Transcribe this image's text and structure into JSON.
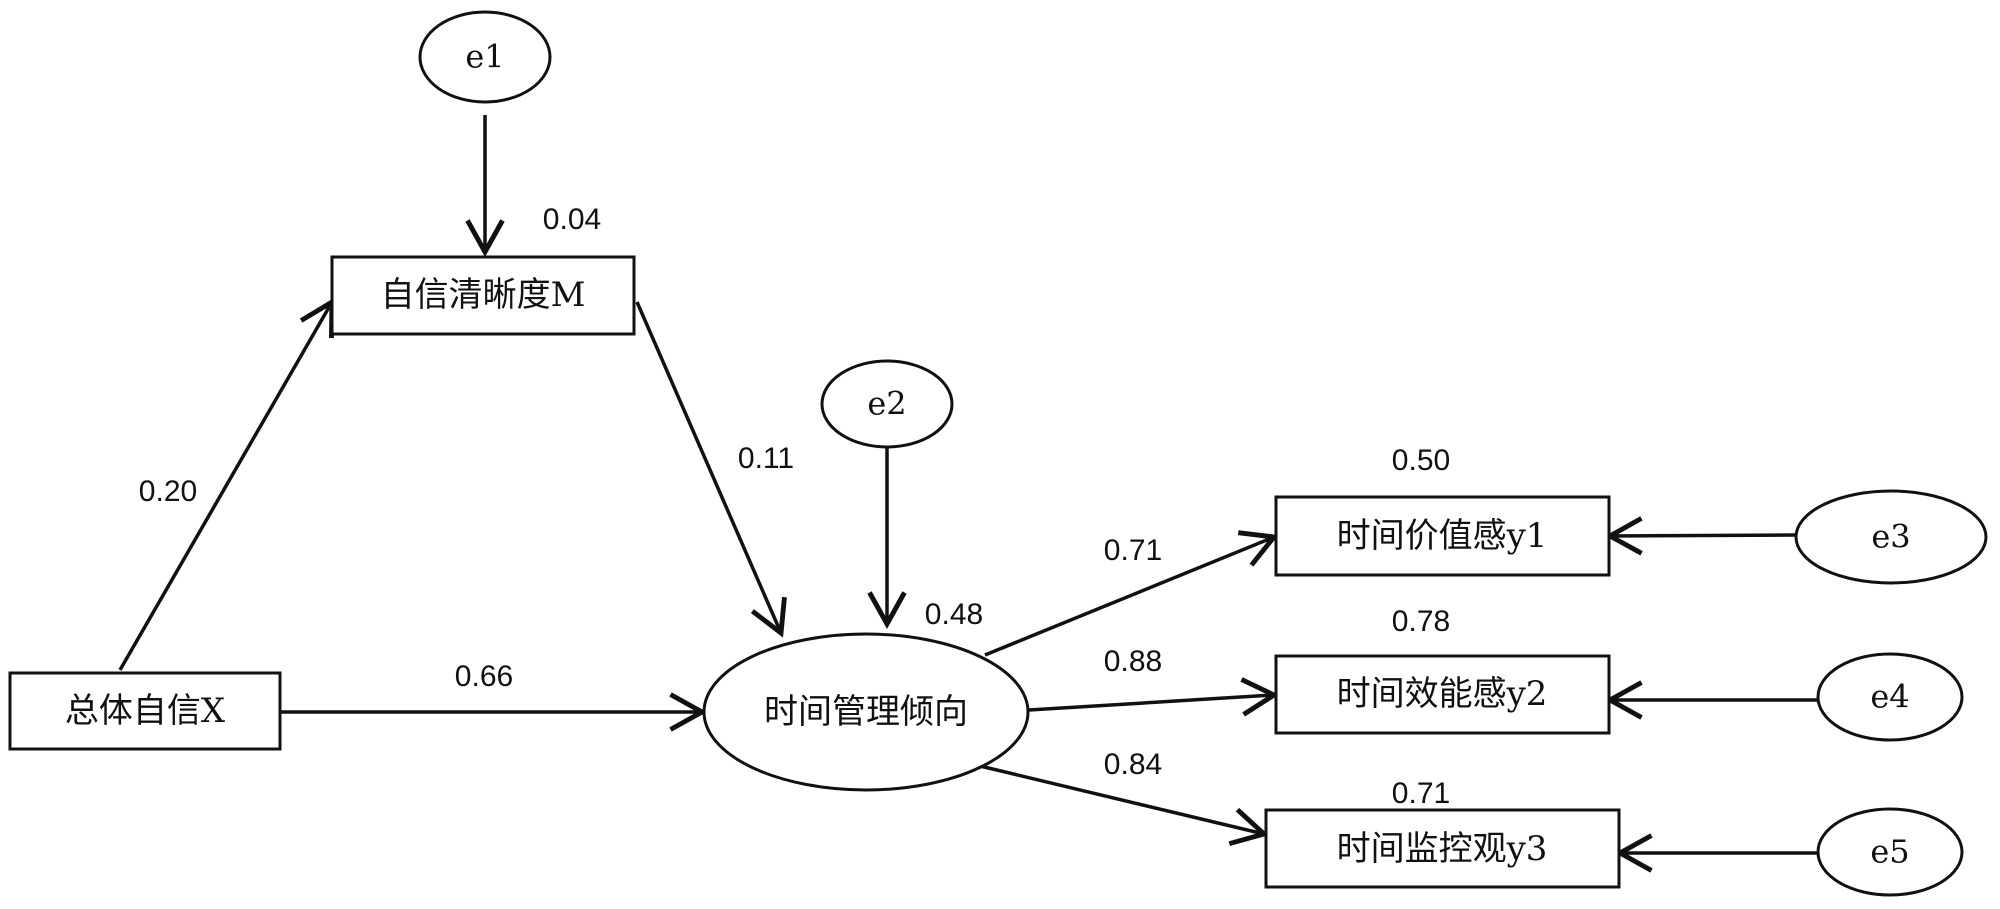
{
  "nodes": {
    "e1": "e1",
    "e2": "e2",
    "e3": "e3",
    "e4": "e4",
    "e5": "e5",
    "x": "总体自信X",
    "m": "自信清晰度M",
    "tm": "时间管理倾向",
    "y1": "时间价值感y1",
    "y2": "时间效能感y2",
    "y3": "时间监控观y3"
  },
  "paths": {
    "x_to_m": "0.20",
    "m_to_tm": "0.11",
    "x_to_tm": "0.66",
    "tm_to_y1": "0.71",
    "tm_to_y2": "0.88",
    "tm_to_y3": "0.84"
  },
  "r_squared": {
    "m": "0.04",
    "tm": "0.48",
    "y1": "0.50",
    "y2": "0.78",
    "y3": "0.71"
  },
  "colors": {
    "line": "#111111",
    "background": "#ffffff"
  }
}
